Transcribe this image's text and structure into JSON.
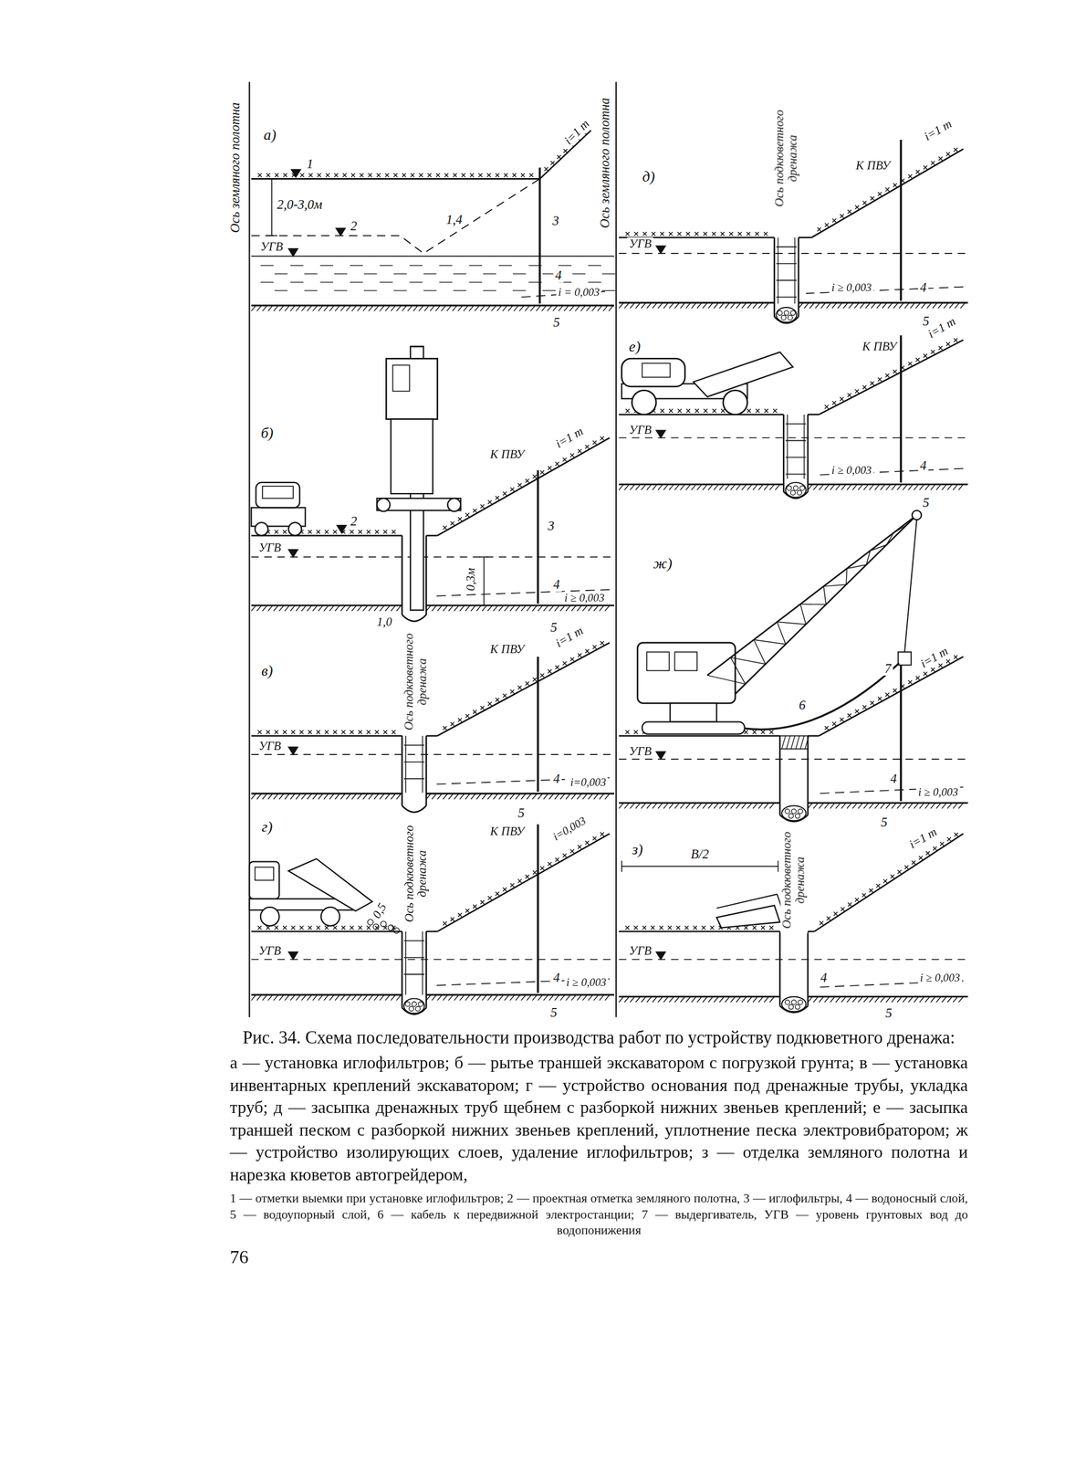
{
  "diagram": {
    "caption": "Рис. 34. Схема последовательности производства работ по устройству подкюветного дренажа:",
    "labels": [
      "Ось земляного полотна",
      "а)",
      "1",
      "2,0-3,0м",
      "2",
      "УГВ",
      "1,4",
      "i=1 m",
      "Ось земляного полотна",
      "3",
      "4",
      "i = 0,003",
      "5",
      "д)",
      "Ось подкюветного дренажа",
      "К ПВУ",
      "i=1 m",
      "УГВ",
      "i ≥ 0,003",
      "4",
      "5",
      "б)",
      "К ПВУ",
      "i=1 m",
      "2",
      "3",
      "УГВ",
      "0,3м",
      "1,0",
      "4",
      "i ≥ 0,003",
      "5",
      "е)",
      "К ПВУ",
      "i=1 m",
      "УГВ",
      "i ≥ 0,003",
      "4",
      "в)",
      "Ось подкюветного дренажа",
      "К ПВУ",
      "i=1 m",
      "УГВ",
      "4",
      "i=0,003",
      "5",
      "5",
      "ж)",
      "7",
      "i=1 m",
      "6",
      "УГВ",
      "4",
      "i ≥ 0,003",
      "5",
      "г)",
      "0,5",
      "Ось подкюветного дренажа",
      "К ПВУ",
      "i=0,003",
      "УГВ",
      "4",
      "i ≥ 0,003",
      "5",
      "з)",
      "B/2",
      "Ось подкюветного дренажа",
      "i=1 m",
      "УГВ",
      "4",
      "i ≥ 0,003",
      "5",
      "а — установка иглофильтров; б — рытье траншей экскаватором с погрузкой грунта; в — установка инвентарных креплений экскаватором; г — устройство основания под дренажные трубы, укладка труб; д — засыпка дренажных труб щебнем с разборкой нижних звеньев креплений; е — засыпка траншей песком с разборкой нижних звеньев креплений, уплотнение песка электровибратором; ж — устройство изолирующих слоев, удаление иглофильтров; з — отделка земляного полотна и нарезка кюветов автогрейдером,",
      "1 — отметки выемки при установке иглофильтров; 2 — проектная отметка земляного полотна, 3 — иглофильтры, 4 — водоносный слой, 5 — водоупорный слой, 6 — кабель к передвижной электростанции; 7 — выдергиватель, УГВ — уровень грунтовых вод до водопонижения",
      "76"
    ]
  }
}
